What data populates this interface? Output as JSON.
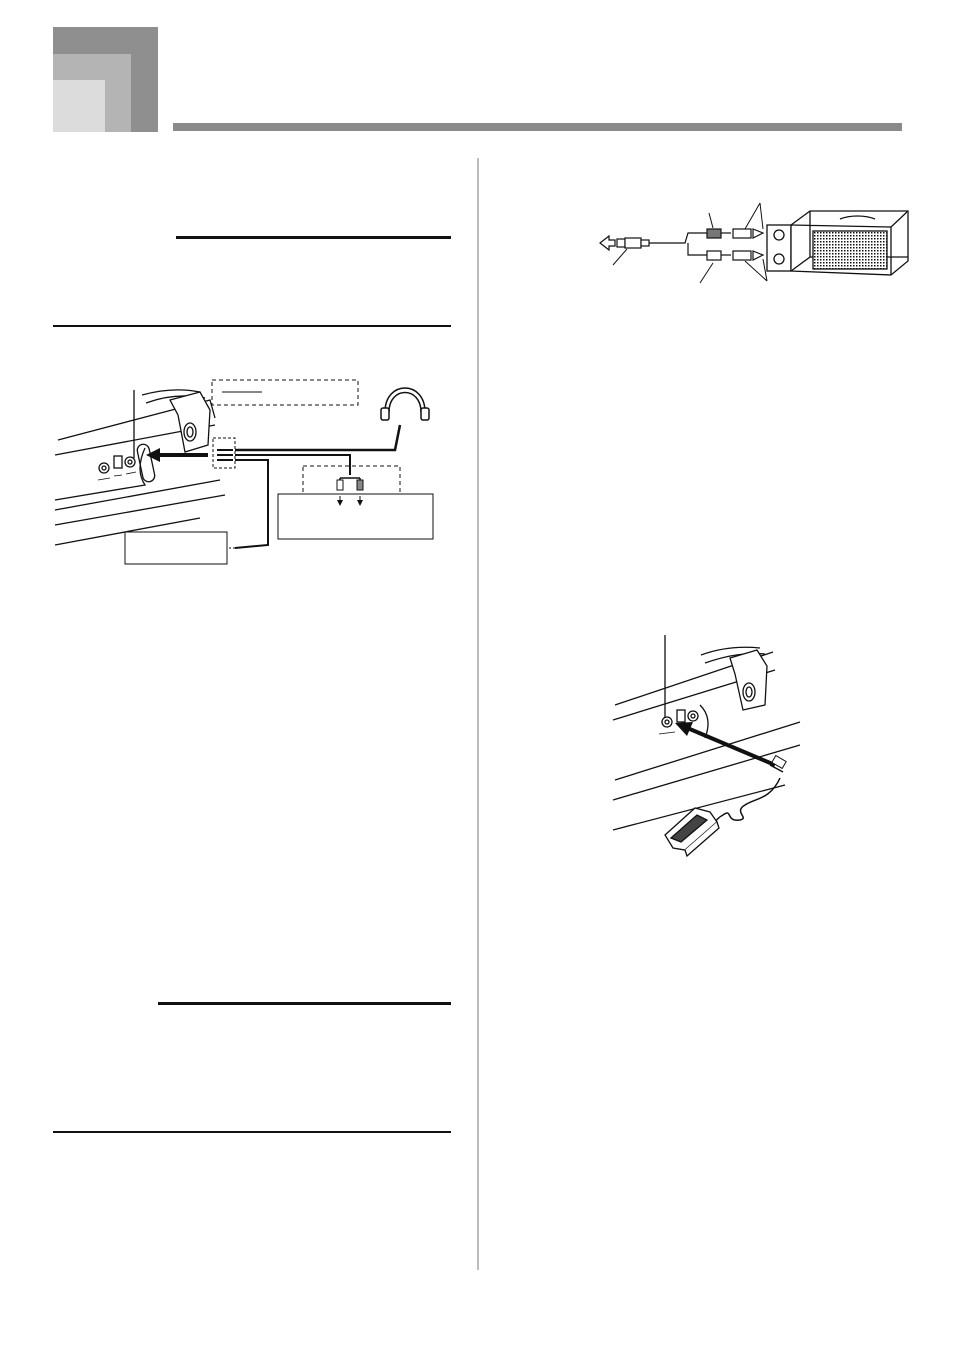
{
  "page": {
    "header_tab_colors": [
      "#8f8f8f",
      "#b4b4b4",
      "#dcdcdc"
    ],
    "header_rule_color": "#8a8a8a",
    "divider_color": "#bdbdbd"
  },
  "left_column": {
    "rules": [
      "section-rule-1",
      "section-rule-2",
      "section-rule-3",
      "section-rule-4"
    ]
  },
  "figures": {
    "phones_output_diagram": {
      "icons": [
        "keyboard-rear-panel-icon",
        "headphones-icon",
        "connection-arrow-icon",
        "stereo-plug-icon",
        "audio-device-box",
        "amplifier-box"
      ]
    },
    "amplifier_diagram": {
      "icons": [
        "standard-plug-icon",
        "pin-plug-icon",
        "guitar-amplifier-icon",
        "arrow-icon"
      ]
    },
    "sustain_pedal_diagram": {
      "icons": [
        "keyboard-rear-panel-icon",
        "sustain-pedal-icon",
        "connection-arrow-icon"
      ]
    }
  }
}
